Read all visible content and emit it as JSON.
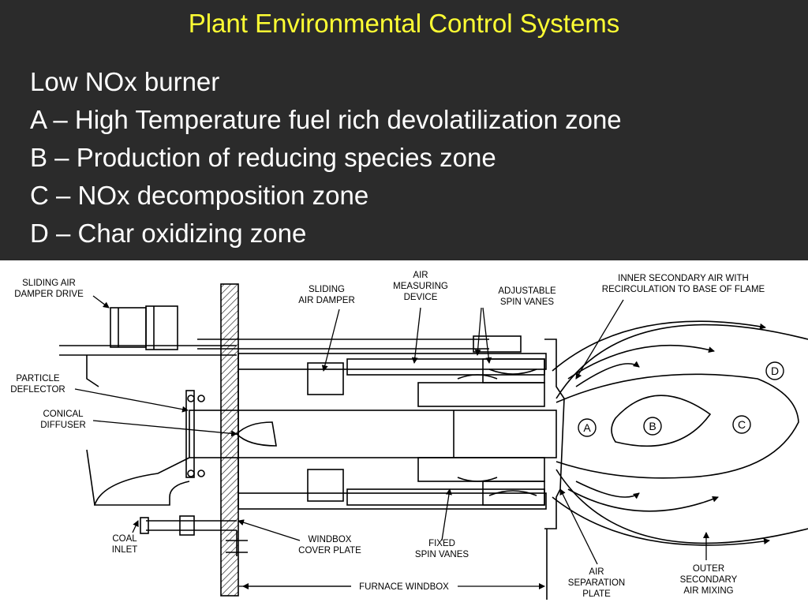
{
  "slide": {
    "title": "Plant Environmental Control Systems",
    "lines": [
      "Low NOx burner",
      "A – High Temperature fuel rich devolatilization zone",
      "B – Production of reducing species zone",
      "C – NOx decomposition zone",
      "D – Char oxidizing zone"
    ]
  },
  "diagram": {
    "labels": {
      "sliding_air_damper_drive": [
        "SLIDING AIR",
        "DAMPER DRIVE"
      ],
      "sliding_air_damper": [
        "SLIDING",
        "AIR DAMPER"
      ],
      "air_measuring_device": [
        "AIR",
        "MEASURING",
        "DEVICE"
      ],
      "adjustable_spin_vanes": [
        "ADJUSTABLE",
        "SPIN VANES"
      ],
      "inner_secondary_air": [
        "INNER SECONDARY AIR WITH",
        "RECIRCULATION TO BASE OF FLAME"
      ],
      "particle_deflector": [
        "PARTICLE",
        "DEFLECTOR"
      ],
      "conical_diffuser": [
        "CONICAL",
        "DIFFUSER"
      ],
      "coal_inlet": [
        "COAL",
        "INLET"
      ],
      "windbox_cover_plate": [
        "WINDBOX",
        "COVER PLATE"
      ],
      "fixed_spin_vanes": [
        "FIXED",
        "SPIN VANES"
      ],
      "furnace_windbox": "FURNACE WINDBOX",
      "air_separation_plate": [
        "AIR",
        "SEPARATION",
        "PLATE"
      ],
      "outer_secondary_air_mixing": [
        "OUTER",
        "SECONDARY",
        "AIR MIXING"
      ]
    },
    "zones": {
      "a": "A",
      "b": "B",
      "c": "C",
      "d": "D"
    }
  }
}
